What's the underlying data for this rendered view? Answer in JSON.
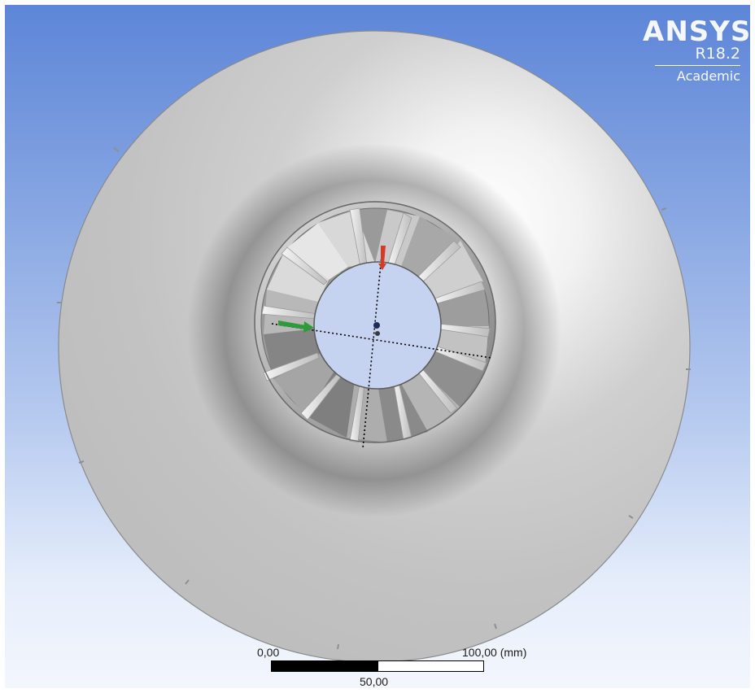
{
  "logo": {
    "name": "ANSYS",
    "version": "R18.2",
    "edition": "Academic"
  },
  "scale_bar": {
    "start_label": "0,00",
    "end_label": "100,00 (mm)",
    "mid_label": "50,00"
  },
  "colors": {
    "background_top": "#5d86d8",
    "background_bottom": "#f3f6fd",
    "model_gray": "#c8c8c8",
    "axis_x": "#d23a2a",
    "axis_y": "#2e9a3a"
  }
}
